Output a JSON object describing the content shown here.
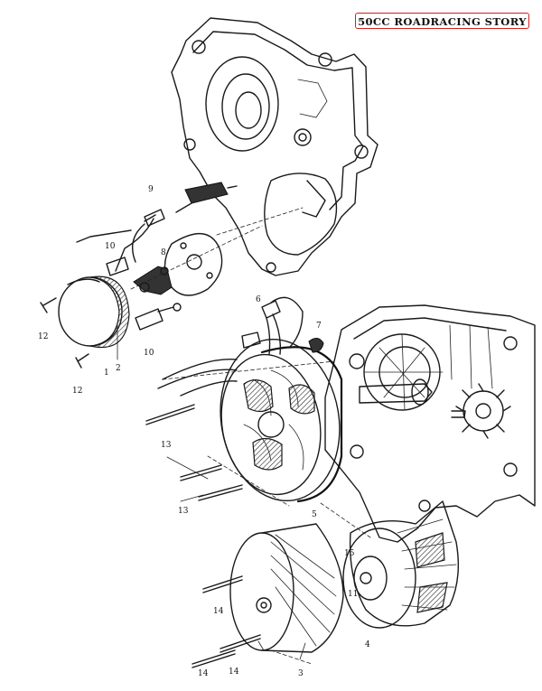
{
  "brand": {
    "text": "50CC ROADRACING STORY",
    "border_color": "#d21f1f"
  },
  "callouts": [
    {
      "id": "c1",
      "label": "1"
    },
    {
      "id": "c2",
      "label": "2"
    },
    {
      "id": "c3",
      "label": "3"
    },
    {
      "id": "c4",
      "label": "4"
    },
    {
      "id": "c5",
      "label": "5"
    },
    {
      "id": "c6",
      "label": "6"
    },
    {
      "id": "c7",
      "label": "7"
    },
    {
      "id": "c8",
      "label": "8"
    },
    {
      "id": "c9",
      "label": "9"
    },
    {
      "id": "c10a",
      "label": "10"
    },
    {
      "id": "c10b",
      "label": "10"
    },
    {
      "id": "c11",
      "label": "11"
    },
    {
      "id": "c12a",
      "label": "12"
    },
    {
      "id": "c12b",
      "label": "12"
    },
    {
      "id": "c13a",
      "label": "13"
    },
    {
      "id": "c13b",
      "label": "13"
    },
    {
      "id": "c14a",
      "label": "14"
    },
    {
      "id": "c14b",
      "label": "14"
    },
    {
      "id": "c14c",
      "label": "14"
    },
    {
      "id": "c15",
      "label": "15"
    }
  ]
}
